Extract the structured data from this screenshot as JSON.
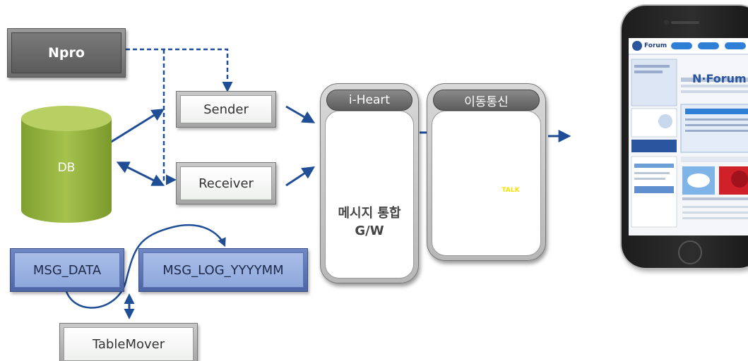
{
  "nodes": {
    "npro": "Npro",
    "db": "DB",
    "sender": "Sender",
    "receiver": "Receiver",
    "iheart": "i-Heart",
    "gateway": "메시지 통합\nG/W",
    "gateway_line1": "메시지 통합",
    "gateway_line2": "G/W",
    "mobile_comm": "이동통신",
    "msg_data": "MSG_DATA",
    "msg_log": "MSG_LOG_YYYYMM",
    "table_mover": "TableMover"
  },
  "phone": {
    "app_logo": "Forum",
    "page_title": "N·Forum"
  },
  "carriers": {
    "kakao_badge": "TALK"
  },
  "colors": {
    "arrow": "#1f4e96",
    "db_green": "#8fb23b",
    "blue_box": "#8ea8dc",
    "dark_box": "#5b5b5b",
    "skt_orange": "#f26522",
    "kt_red": "#e8322b",
    "lgu_magenta": "#d4145a",
    "kakao_yellow": "#fae100"
  }
}
